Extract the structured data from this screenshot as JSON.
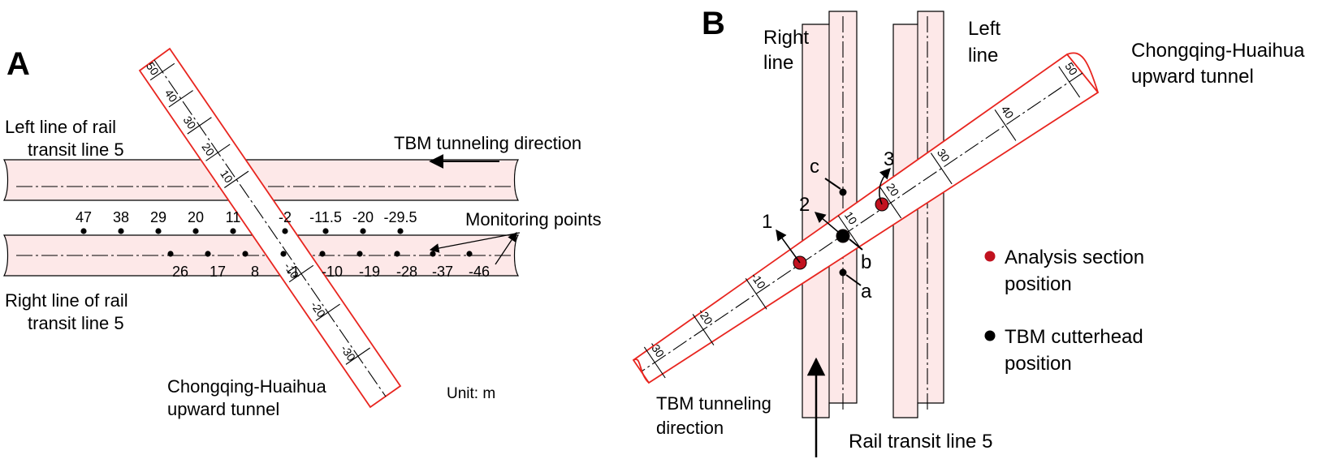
{
  "panel_a": {
    "letter": "A",
    "left_line_label": [
      "Left line of rail",
      "transit line 5"
    ],
    "right_line_label": [
      "Right line of rail",
      "transit line 5"
    ],
    "tbm_direction_label": "TBM tunneling direction",
    "monitoring_label": "Monitoring points",
    "tunnel_label": [
      "Chongqing-Huaihua",
      "upward tunnel"
    ],
    "unit_label": "Unit: m",
    "points_upper": [
      "47",
      "38",
      "29",
      "20",
      "11",
      "-2",
      "-11.5",
      "-20",
      "-29.5"
    ],
    "points_lower": [
      "26",
      "17",
      "8",
      "-1",
      "-10",
      "-19",
      "-28",
      "-37",
      "-46"
    ],
    "tunnel_ticks": [
      "50",
      "40",
      "30",
      "20",
      "10",
      "-10",
      "-20",
      "-30"
    ]
  },
  "panel_b": {
    "letter": "B",
    "right_line_label": [
      "Right",
      "line"
    ],
    "left_line_label": [
      "Left",
      "line"
    ],
    "tunnel_label": [
      "Chongqing-Huaihua",
      "upward tunnel"
    ],
    "tbm_direction_label": [
      "TBM tunneling",
      "direction"
    ],
    "rail_label": "Rail transit line 5",
    "tunnel_ticks": [
      "50",
      "40",
      "30",
      "20",
      "10",
      "-10",
      "-20",
      "-30"
    ],
    "section_labels": [
      "1",
      "2",
      "3"
    ],
    "cutterhead_labels": [
      "a",
      "b",
      "c"
    ],
    "legend": [
      {
        "label": [
          "Analysis section",
          "position"
        ],
        "color": "#c1121f"
      },
      {
        "label": [
          "TBM cutterhead",
          "position"
        ],
        "color": "#000000"
      }
    ]
  }
}
